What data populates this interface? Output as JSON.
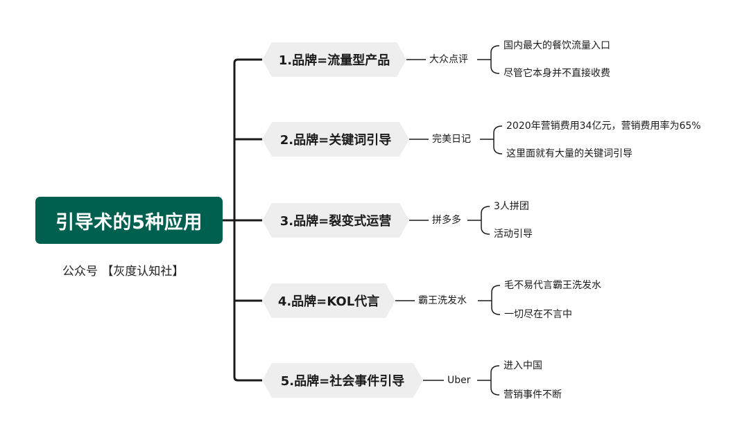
{
  "root": {
    "title": "引导术的5种应用"
  },
  "subtitle": "公众号 【灰度认知社】",
  "branches": [
    {
      "label": "1.品牌=流量型产品",
      "example": "大众点评",
      "points": [
        "国内最大的餐饮流量入口",
        "尽管它本身并不直接收费"
      ]
    },
    {
      "label": "2.品牌=关键词引导",
      "example": "完美日记",
      "points": [
        "2020年营销费用34亿元，营销费用率为65%",
        "这里面就有大量的关键词引导"
      ]
    },
    {
      "label": "3.品牌=裂变式运营",
      "example": "拼多多",
      "points": [
        "3人拼团",
        "活动引导"
      ]
    },
    {
      "label": "4.品牌=KOL代言",
      "example": "霸王洗发水",
      "points": [
        "毛不易代言霸王洗发水",
        "一切尽在不言中"
      ]
    },
    {
      "label": "5.品牌=社会事件引导",
      "example": "Uber",
      "points": [
        "进入中国",
        "营销事件不断"
      ]
    }
  ],
  "colors": {
    "root_fill": "#00604f",
    "branch_fill": "#eeeeee",
    "line": "#1a1a1a"
  }
}
